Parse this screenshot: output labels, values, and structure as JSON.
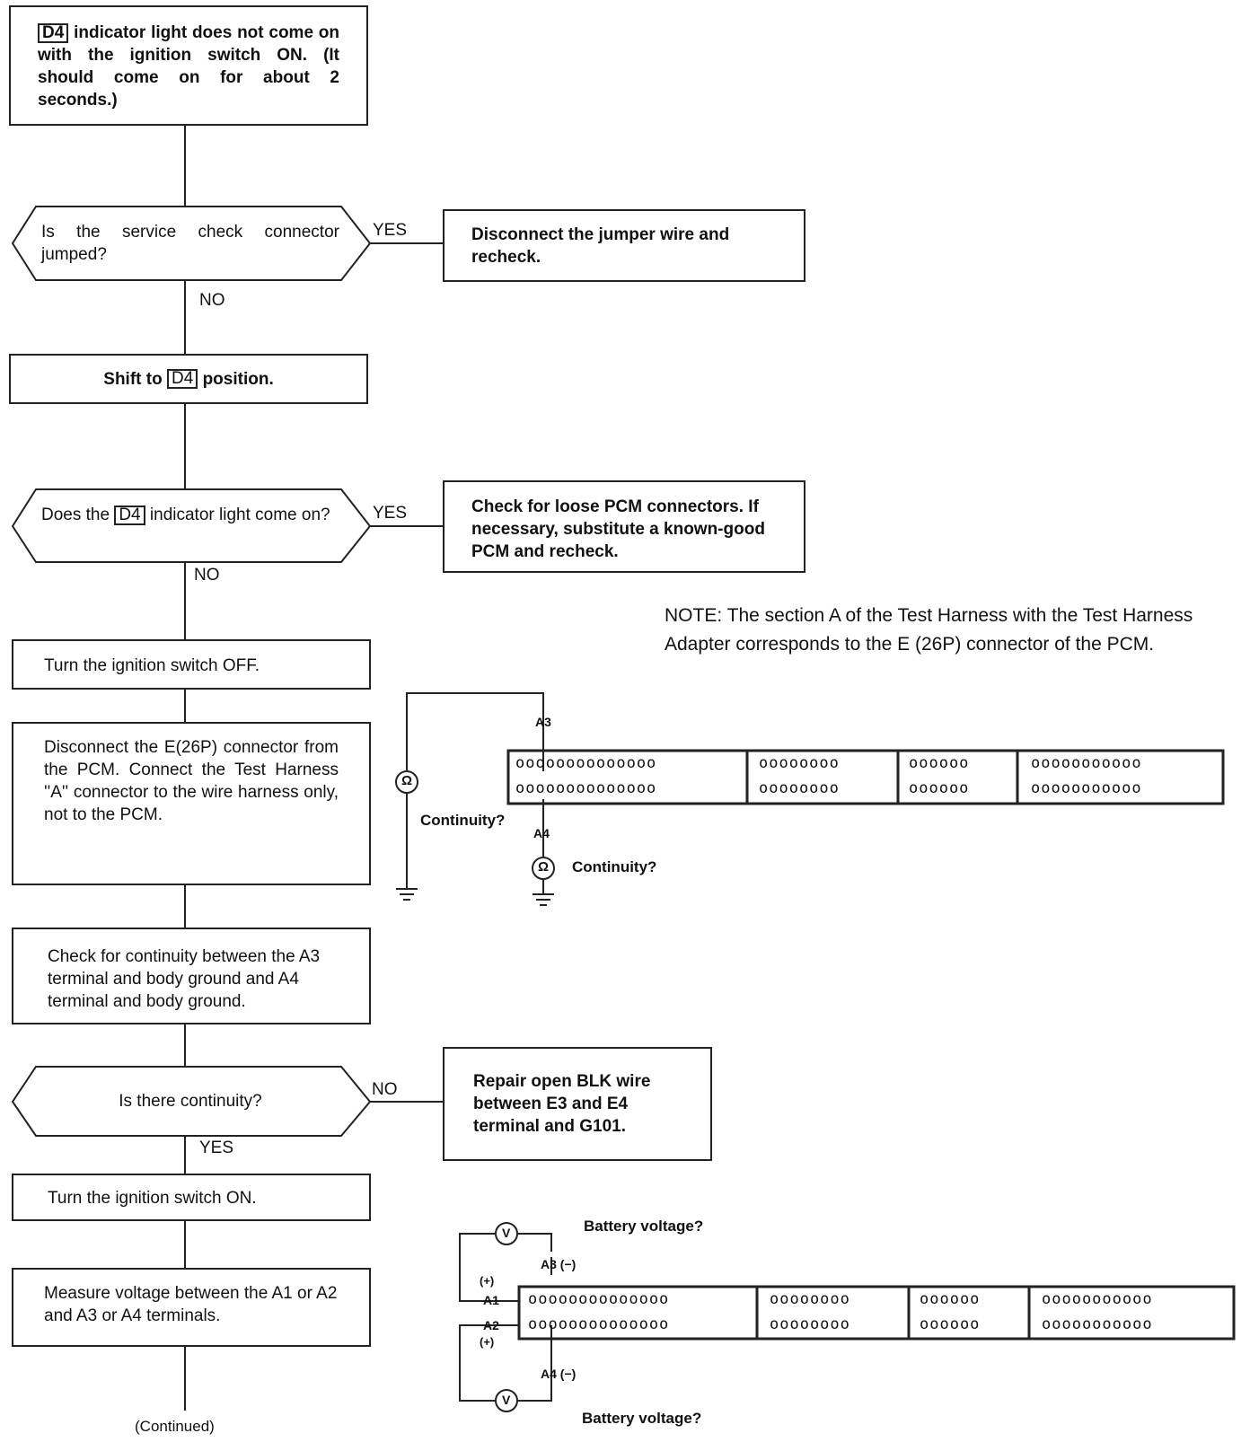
{
  "flow": {
    "start": {
      "badge": "D4",
      "text": "indicator light does not come on with the ignition switch ON. (It should come on for about 2 seconds.)"
    },
    "q1": {
      "text": "Is the service check connector jumped?"
    },
    "q1_yes_label": "YES",
    "q1_yes_box": "Disconnect the jumper wire and recheck.",
    "q1_no_label": "NO",
    "shift": {
      "pre": "Shift to",
      "badge": "D4",
      "post": "position."
    },
    "q2": {
      "pre": "Does the",
      "badge": "D4",
      "post": "indicator light come on?"
    },
    "q2_yes_label": "YES",
    "q2_yes_box": "Check for loose PCM connectors. If necessary, substitute a known-good PCM and recheck.",
    "q2_no_label": "NO",
    "turn_off": "Turn the ignition switch OFF.",
    "disconnect": "Disconnect the E(26P) connector from the PCM. Connect the Test Harness ''A'' connector to the wire harness only, not to the PCM.",
    "check_cont": "Check for continuity between the A3 terminal and body ground and A4 terminal and body ground.",
    "q3": {
      "text": "Is there continuity?"
    },
    "q3_no_label": "NO",
    "q3_no_box": "Repair open BLK wire between E3 and E4 terminal and G101.",
    "q3_yes_label": "YES",
    "turn_on": "Turn the ignition switch ON.",
    "measure": "Measure voltage between the A1 or A2 and A3 or A4 terminals.",
    "continued": "(Continued)"
  },
  "note": "NOTE: The section A of the Test Harness with the Test Harness Adapter corresponds to the E (26P) connector of the PCM.",
  "diagram1": {
    "a3": "A3",
    "a4": "A4",
    "continuity_left": "Continuity?",
    "continuity_right": "Continuity?",
    "ohm": "Ω",
    "pins": [
      "oooooooooooooo",
      "oooooooo",
      "oooooo",
      "ooooooooooo"
    ]
  },
  "diagram2": {
    "battery_top": "Battery voltage?",
    "battery_bottom": "Battery voltage?",
    "a3": "A3 (−)",
    "a4": "A4 (−)",
    "a1": "A1",
    "a2": "A2",
    "plus_top": "(+)",
    "plus_bottom": "(+)",
    "volt": "V",
    "pins": [
      "oooooooooooooo",
      "oooooooo",
      "oooooo",
      "ooooooooooo"
    ]
  }
}
